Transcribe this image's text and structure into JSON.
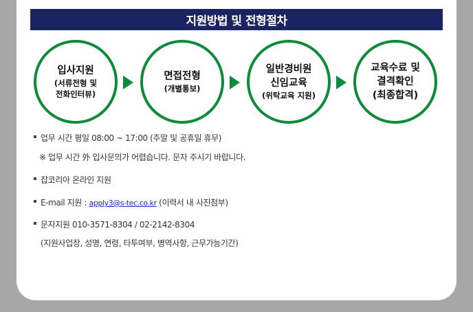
{
  "banner": {
    "title": "지원방법 및 전형절차"
  },
  "steps": [
    {
      "title": "입사지원",
      "sub1": "(서류전형 및",
      "sub2": "전화인터뷰)"
    },
    {
      "title": "면접전형",
      "sub1": "(개별통보)"
    },
    {
      "line1": "일반경비원",
      "line2": "신임교육",
      "sub1": "(위탁교육 지원)"
    },
    {
      "line1": "교육수료 및",
      "line2": "결격확인",
      "line3": "(최종합격)"
    }
  ],
  "info": {
    "hours": "업무 시간 평일 08:00 ~ 17:00 (주말 및 공휴일 휴무)",
    "hours_note": "※ 업무 시간 外 입사문의가 어렵습니다. 문자 주시기 바랍니다.",
    "jobkorea": "잡코리아 온라인 지원",
    "email_label": "E-mail 지원 : ",
    "email": "apply3@s-tec.co.kr",
    "email_suffix": " (이력서 내 사진첨부)",
    "sms": "문자지원 010-3571-8304 / 02-2142-8304",
    "sms_note": "(지원사업장, 성명, 연령, 타투여부, 병역사항, 근무가능기간)"
  },
  "colors": {
    "banner": "#1b2460",
    "accent_green": "#0d8a3a",
    "background": "#a7a7a7"
  }
}
